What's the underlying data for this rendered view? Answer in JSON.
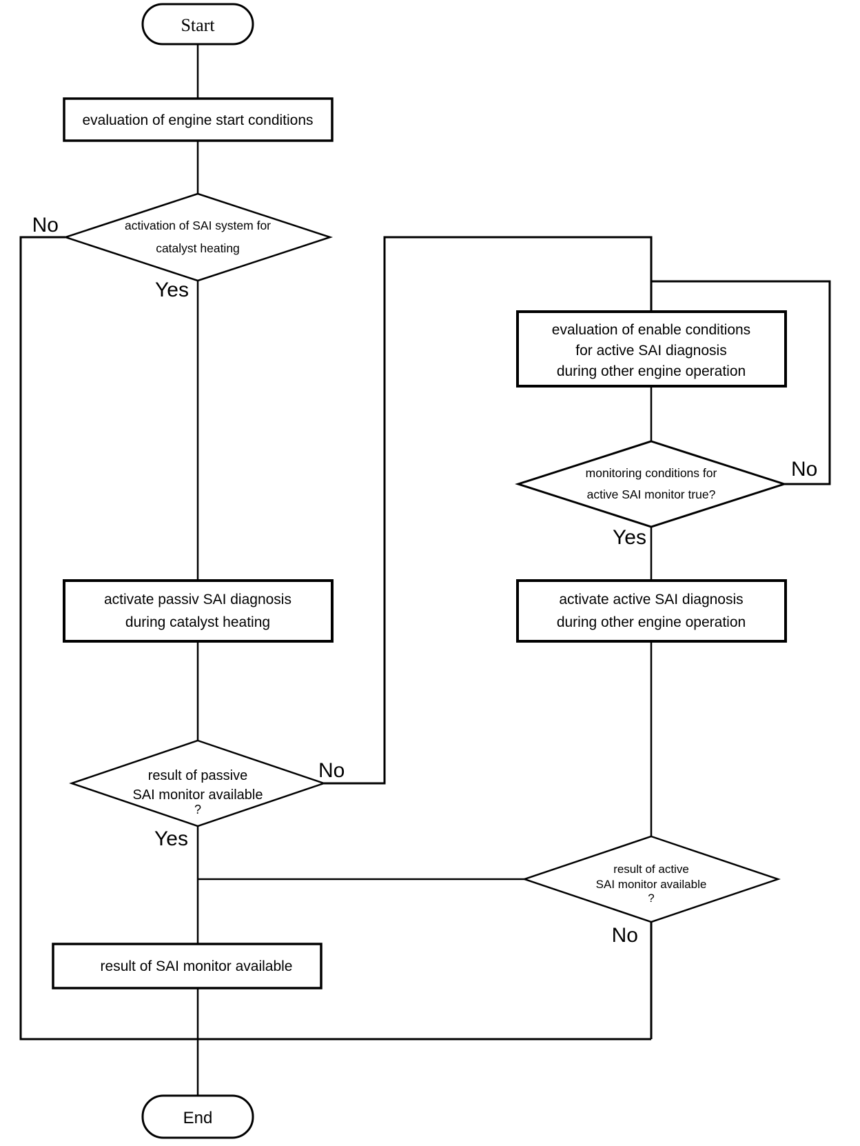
{
  "figure": {
    "type": "flowchart",
    "background": "#ffffff",
    "line_color": "#000000",
    "text_color": "#000000"
  },
  "nodes": {
    "start": {
      "label": "Start"
    },
    "eval_engine_start": {
      "line1": "evaluation of engine start conditions"
    },
    "sai_activation_decision": {
      "line1": "activation of SAI system for",
      "line2": "catalyst heating"
    },
    "eval_enable_conditions": {
      "line1": "evaluation of enable conditions",
      "line2": "for active SAI diagnosis",
      "line3": "during other engine operation"
    },
    "monitoring_conditions_decision": {
      "line1": "monitoring conditions for",
      "line2": "active SAI monitor true?"
    },
    "activate_passive": {
      "line1": "activate passiv SAI diagnosis",
      "line2": "during catalyst heating"
    },
    "activate_active": {
      "line1": "activate active SAI diagnosis",
      "line2": "during other engine operation"
    },
    "passive_result_decision": {
      "line1": "result of passive",
      "line2": "SAI monitor available",
      "line3": "?"
    },
    "active_result_decision": {
      "line1": "result of active",
      "line2": "SAI monitor available",
      "line3": "?"
    },
    "result_available": {
      "line1": "result of SAI monitor available"
    },
    "end": {
      "label": "End"
    }
  },
  "edge_labels": {
    "no_sai_activation": "No",
    "yes_sai_activation": "Yes",
    "no_monitoring": "No",
    "yes_monitoring": "Yes",
    "no_passive_result": "No",
    "yes_passive_result": "Yes",
    "no_active_result": "No"
  }
}
